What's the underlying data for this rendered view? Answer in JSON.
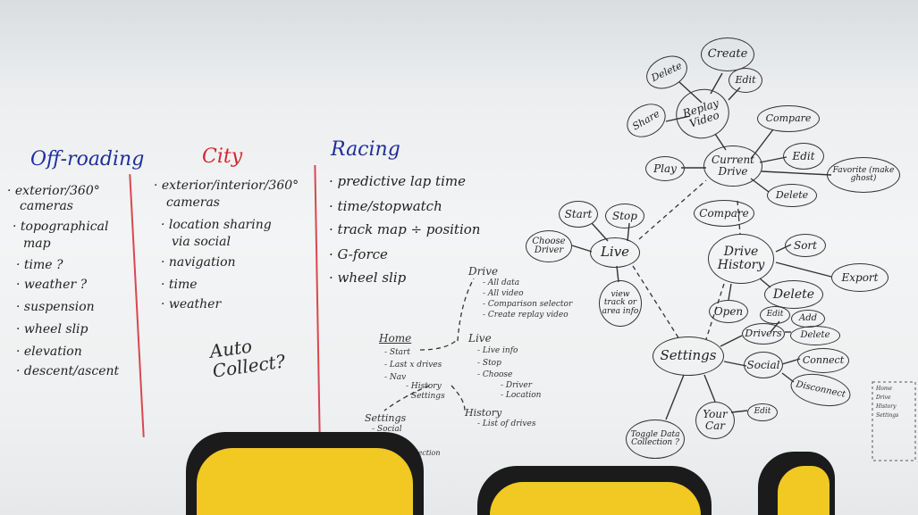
{
  "columns": {
    "offroading": {
      "title": "Off-roading",
      "items": [
        "· exterior/360°",
        "cameras",
        "· topographical",
        "map",
        "· time ?",
        "· weather ?",
        "· suspension",
        "· wheel slip",
        "· elevation",
        "· descent/ascent"
      ]
    },
    "city": {
      "title": "City",
      "items": [
        "· exterior/interior/360°",
        "cameras",
        "· location sharing",
        "via social",
        "· navigation",
        "· time",
        "· weather"
      ],
      "note": "Auto Collect?"
    },
    "racing": {
      "title": "Racing",
      "items": [
        "· predictive lap time",
        "· time/stopwatch",
        "· track map ÷ position",
        "· G-force",
        "· wheel slip"
      ]
    }
  },
  "sitemap": {
    "drive": {
      "title": "Drive",
      "items": [
        "- All data",
        "- All video",
        "- Comparison selector",
        "- Create replay video"
      ]
    },
    "home": {
      "title": "Home",
      "items": [
        "- Start",
        "- Last x drives",
        "- Nav",
        "- History",
        "- Settings"
      ]
    },
    "live": {
      "title": "Live",
      "items": [
        "- Live info",
        "- Stop",
        "- Choose",
        "- Driver",
        "- Location"
      ]
    },
    "history": {
      "title": "History",
      "items": [
        "- List of drives"
      ]
    },
    "settings": {
      "title": "Settings",
      "items": [
        "- Social",
        "...ollection"
      ]
    }
  },
  "mindmap": {
    "replay_video": "Replay Video",
    "delete_top": "Delete",
    "create": "Create",
    "edit_top": "Edit",
    "share": "Share",
    "compare_top": "Compare",
    "play": "Play",
    "current_drive": "Current Drive",
    "edit_mid": "Edit",
    "favorite": "Favorite (make ghost)",
    "delete_mid": "Delete",
    "compare_mid": "Compare",
    "start": "Start",
    "stop": "Stop",
    "choose_driver": "Choose Driver",
    "live": "Live",
    "view_track": "view track or area info",
    "drive_history": "Drive History",
    "sort": "Sort",
    "export": "Export",
    "delete_hist": "Delete",
    "open": "Open",
    "edit_small": "Edit",
    "add": "Add",
    "drivers": "Drivers",
    "delete_drivers": "Delete",
    "settings": "Settings",
    "social": "Social",
    "connect": "Connect",
    "disconnect": "Disconnect",
    "your_car": "Your Car",
    "edit_car": "Edit",
    "toggle": "Toggle Data Collection ?"
  },
  "sticky": [
    "Home",
    "Drive",
    "History",
    "Settings"
  ]
}
